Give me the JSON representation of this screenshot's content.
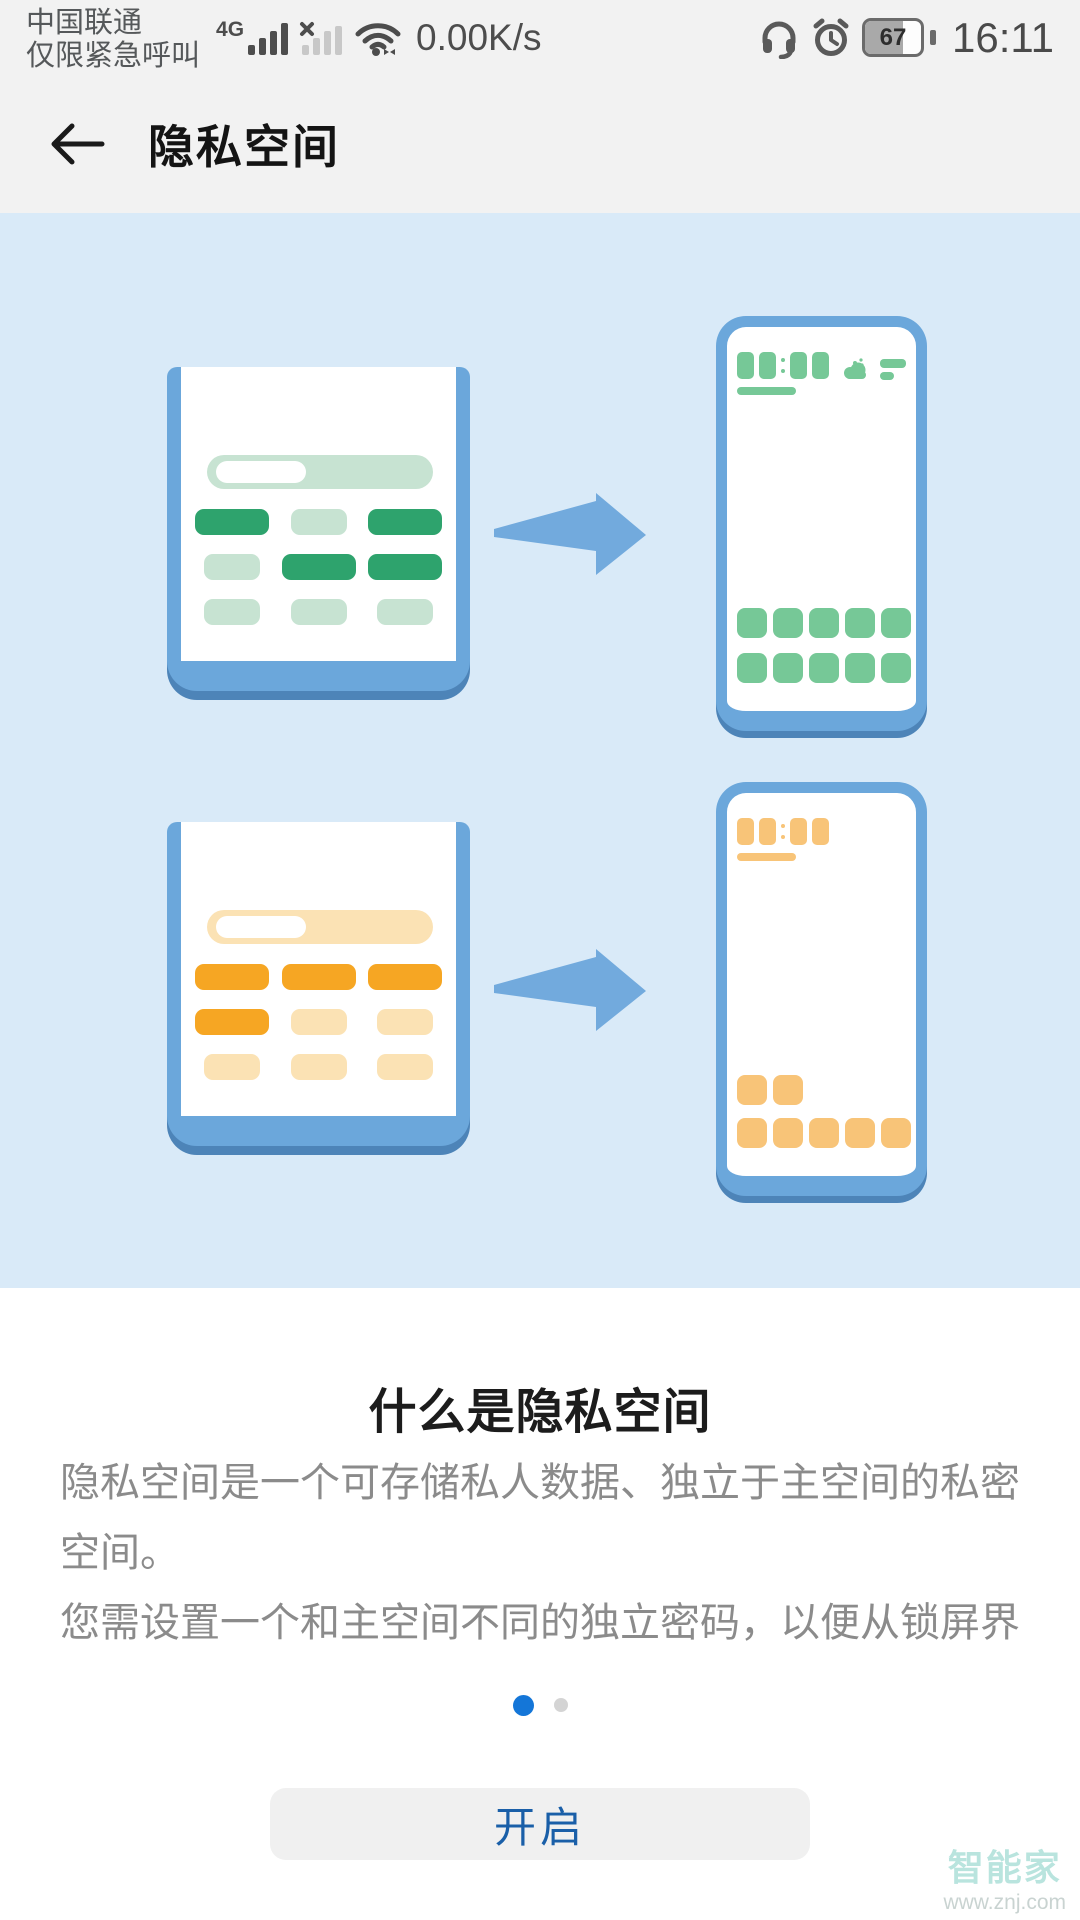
{
  "status_bar": {
    "carrier": "中国联通",
    "carrier_status": "仅限紧急呼叫",
    "network_badge": "4G",
    "net_speed": "0.00K/s",
    "battery_percent": "67",
    "clock": "16:11"
  },
  "header": {
    "title": "隐私空间"
  },
  "intro": {
    "heading": "什么是隐私空间",
    "paragraph_1": "隐私空间是一个可存储私人数据、独立于主空间的私密空间。",
    "paragraph_2": "您需设置一个和主空间不同的独立密码，以便从锁屏界",
    "pager": {
      "total": 2,
      "active_index": 0
    },
    "primary_button": "开启"
  },
  "watermark": {
    "name": "智能家",
    "site": "www.znj.com"
  },
  "colors": {
    "statusbar_header_bg": "#f2f2f2",
    "illustration_bg": "#d9eaf8",
    "phone_frame_blue": "#6ba7db",
    "phone_frame_shadow": "#4d84b8",
    "arrow_blue": "#72aadd",
    "green_dark": "#2ea36d",
    "green_light": "#c7e3d2",
    "green_icon": "#76c897",
    "orange_dark": "#f6a623",
    "orange_light": "#fbe2b4",
    "orange_icon": "#f8c478",
    "button_bg": "#f0f0f0",
    "button_text_blue": "#1a5fa8",
    "dot_active_blue": "#1476d8",
    "dot_inactive_gray": "#d4d4d4",
    "body_text_gray": "#8b8b8b"
  }
}
